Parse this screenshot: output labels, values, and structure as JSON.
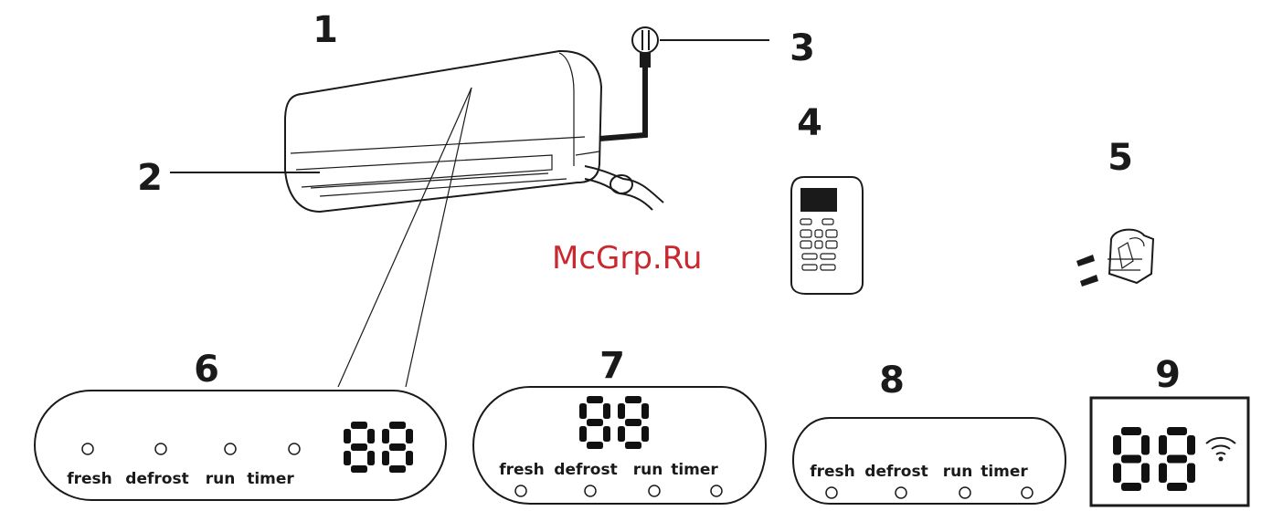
{
  "callouts": {
    "n1": "1",
    "n2": "2",
    "n3": "3",
    "n4": "4",
    "n5": "5",
    "n6": "6",
    "n7": "7",
    "n8": "8",
    "n9": "9"
  },
  "watermark": "McGrp.Ru",
  "panel6": {
    "labels": [
      "fresh",
      "defrost",
      "run",
      "timer"
    ],
    "digits": "88"
  },
  "panel7": {
    "labels": [
      "fresh",
      "defrost",
      "run",
      "timer"
    ],
    "digits": "88"
  },
  "panel8": {
    "labels": [
      "fresh",
      "defrost",
      "run",
      "timer"
    ]
  },
  "panel9": {
    "digits": "88",
    "icon": "wifi-icon"
  }
}
